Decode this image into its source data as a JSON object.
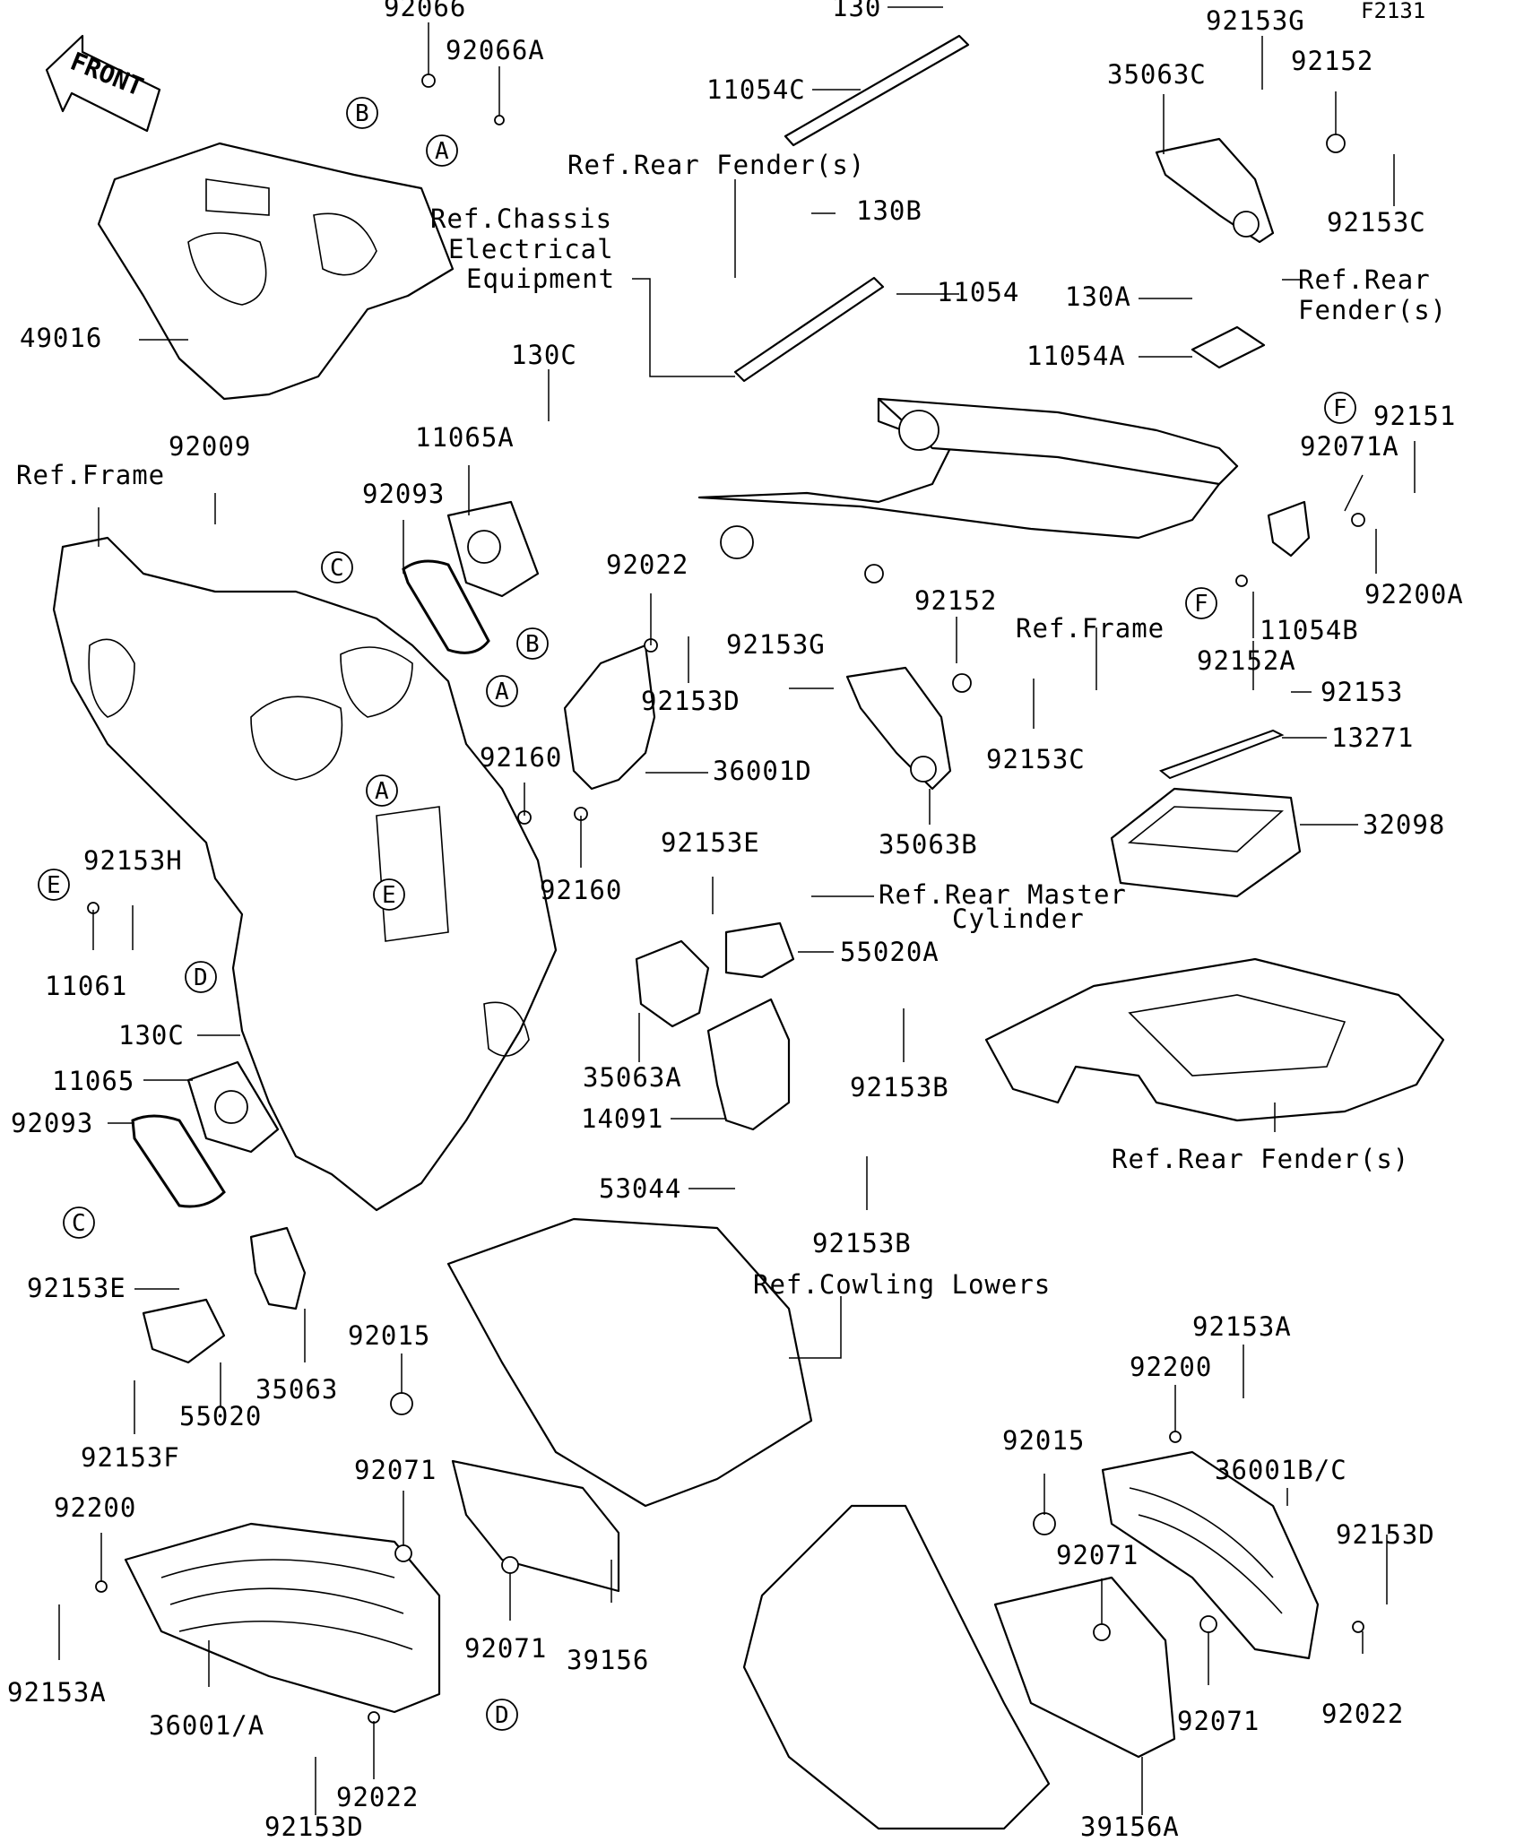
{
  "diagram_code": "F2131",
  "front_label": "FRONT",
  "callouts": [
    {
      "id": "c1",
      "text": "92066"
    },
    {
      "id": "c2",
      "text": "92066A"
    },
    {
      "id": "c3",
      "text": "130"
    },
    {
      "id": "c4",
      "text": "11054C"
    },
    {
      "id": "c5",
      "text": "92153G"
    },
    {
      "id": "c6",
      "text": "92152"
    },
    {
      "id": "c7",
      "text": "35063C"
    },
    {
      "id": "c8",
      "text": "Ref.Rear Fender(s)"
    },
    {
      "id": "c9",
      "text": "130B"
    },
    {
      "id": "c10",
      "text": "92153C"
    },
    {
      "id": "c11",
      "text": "Ref.Chassis"
    },
    {
      "id": "c12",
      "text": "Electrical"
    },
    {
      "id": "c13",
      "text": "Equipment"
    },
    {
      "id": "c14",
      "text": "11054"
    },
    {
      "id": "c15",
      "text": "130A"
    },
    {
      "id": "c16",
      "text": "Ref.Rear"
    },
    {
      "id": "c17",
      "text": "Fender(s)"
    },
    {
      "id": "c18",
      "text": "49016"
    },
    {
      "id": "c19",
      "text": "11054A"
    },
    {
      "id": "c20",
      "text": "130C"
    },
    {
      "id": "c21",
      "text": "11065A"
    },
    {
      "id": "c22",
      "text": "92151"
    },
    {
      "id": "c23",
      "text": "92009"
    },
    {
      "id": "c24",
      "text": "92071A"
    },
    {
      "id": "c25",
      "text": "Ref.Frame"
    },
    {
      "id": "c26",
      "text": "92093"
    },
    {
      "id": "c27",
      "text": "92022"
    },
    {
      "id": "c28",
      "text": "92200A"
    },
    {
      "id": "c29",
      "text": "92152"
    },
    {
      "id": "c30",
      "text": "Ref.Frame"
    },
    {
      "id": "c31",
      "text": "11054B"
    },
    {
      "id": "c32",
      "text": "92153G"
    },
    {
      "id": "c33",
      "text": "92152A"
    },
    {
      "id": "c34",
      "text": "92153D"
    },
    {
      "id": "c35",
      "text": "92153"
    },
    {
      "id": "c36",
      "text": "92160"
    },
    {
      "id": "c37",
      "text": "36001D"
    },
    {
      "id": "c38",
      "text": "13271"
    },
    {
      "id": "c39",
      "text": "92153C"
    },
    {
      "id": "c40",
      "text": "32098"
    },
    {
      "id": "c41",
      "text": "35063B"
    },
    {
      "id": "c42",
      "text": "92153E"
    },
    {
      "id": "c43",
      "text": "92153H"
    },
    {
      "id": "c44",
      "text": "92160"
    },
    {
      "id": "c45",
      "text": "Ref.Rear Master"
    },
    {
      "id": "c46",
      "text": "Cylinder"
    },
    {
      "id": "c47",
      "text": "55020A"
    },
    {
      "id": "c48",
      "text": "11061"
    },
    {
      "id": "c49",
      "text": "130C"
    },
    {
      "id": "c50",
      "text": "35063A"
    },
    {
      "id": "c51",
      "text": "92153B"
    },
    {
      "id": "c52",
      "text": "11065"
    },
    {
      "id": "c53",
      "text": "14091"
    },
    {
      "id": "c54",
      "text": "92093"
    },
    {
      "id": "c55",
      "text": "Ref.Rear Fender(s)"
    },
    {
      "id": "c56",
      "text": "53044"
    },
    {
      "id": "c57",
      "text": "92153B"
    },
    {
      "id": "c58",
      "text": "Ref.Cowling Lowers"
    },
    {
      "id": "c59",
      "text": "92153E"
    },
    {
      "id": "c60",
      "text": "92153A"
    },
    {
      "id": "c61",
      "text": "92015"
    },
    {
      "id": "c62",
      "text": "35063"
    },
    {
      "id": "c63",
      "text": "92200"
    },
    {
      "id": "c64",
      "text": "55020"
    },
    {
      "id": "c65",
      "text": "92015"
    },
    {
      "id": "c66",
      "text": "92153F"
    },
    {
      "id": "c67",
      "text": "36001B/C"
    },
    {
      "id": "c68",
      "text": "92071"
    },
    {
      "id": "c69",
      "text": "92200"
    },
    {
      "id": "c70",
      "text": "92153D"
    },
    {
      "id": "c71",
      "text": "92071"
    },
    {
      "id": "c72",
      "text": "92071"
    },
    {
      "id": "c73",
      "text": "39156"
    },
    {
      "id": "c74",
      "text": "92153A"
    },
    {
      "id": "c75",
      "text": "92071"
    },
    {
      "id": "c76",
      "text": "92022"
    },
    {
      "id": "c77",
      "text": "36001/A"
    },
    {
      "id": "c78",
      "text": "92022"
    },
    {
      "id": "c79",
      "text": "92153D"
    },
    {
      "id": "c80",
      "text": "39156A"
    }
  ],
  "markers": [
    {
      "id": "m1",
      "letter": "B"
    },
    {
      "id": "m2",
      "letter": "A"
    },
    {
      "id": "m3",
      "letter": "C"
    },
    {
      "id": "m4",
      "letter": "B"
    },
    {
      "id": "m5",
      "letter": "A"
    },
    {
      "id": "m6",
      "letter": "A"
    },
    {
      "id": "m7",
      "letter": "F"
    },
    {
      "id": "m8",
      "letter": "F"
    },
    {
      "id": "m9",
      "letter": "E"
    },
    {
      "id": "m10",
      "letter": "E"
    },
    {
      "id": "m11",
      "letter": "D"
    },
    {
      "id": "m12",
      "letter": "C"
    },
    {
      "id": "m13",
      "letter": "D"
    }
  ]
}
